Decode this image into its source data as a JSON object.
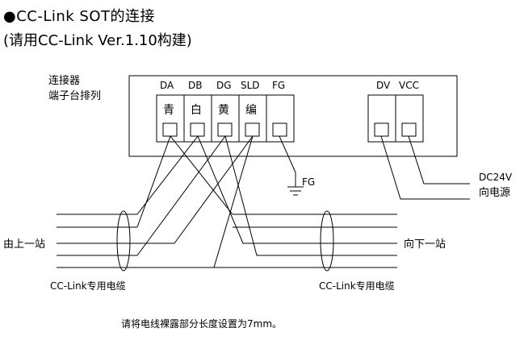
{
  "title": "●CC-Link SOT的连接",
  "subtitle": "(请用CC-Link Ver.1.10构建)",
  "connector": {
    "label_line1": "连接器",
    "label_line2": "端子台排列",
    "terminals": [
      {
        "name": "DA",
        "wire_color": "青"
      },
      {
        "name": "DB",
        "wire_color": "白"
      },
      {
        "name": "DG",
        "wire_color": "黄"
      },
      {
        "name": "SLD",
        "wire_color": "编"
      },
      {
        "name": "FG",
        "wire_color": ""
      }
    ],
    "power_terminals": [
      {
        "name": "DV"
      },
      {
        "name": "VCC"
      }
    ]
  },
  "ground_label": "FG",
  "power_supply": {
    "line1": "DC24V",
    "line2": "向电源"
  },
  "cable_left": {
    "direction_label": "由上一站",
    "cable_label": "CC-Link专用电缆"
  },
  "cable_right": {
    "direction_label": "向下一站",
    "cable_label": "CC-Link专用电缆"
  },
  "note": "请将电线裸露部分长度设置为7mm。"
}
